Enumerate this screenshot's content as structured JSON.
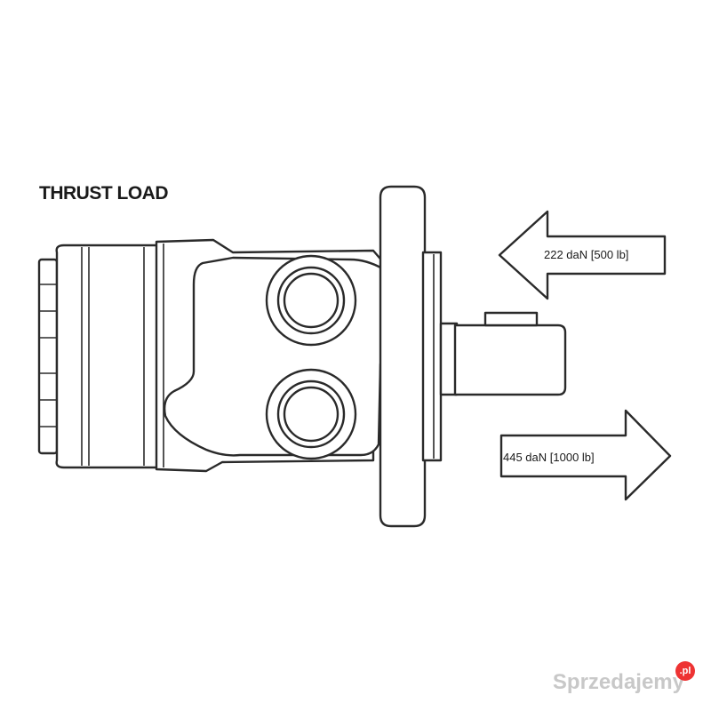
{
  "diagram": {
    "title": "THRUST LOAD",
    "loads": [
      {
        "direction": "inward",
        "label": "222 daN [500 lb]"
      },
      {
        "direction": "outward",
        "label": "445 daN [1000 lb]"
      }
    ]
  },
  "watermark": {
    "text": "Sprzedajemy",
    "badge": ".pl"
  },
  "colors": {
    "line": "#2a2a2a",
    "background": "#ffffff",
    "watermark": "#c8c8c8",
    "badge": "#e33333"
  }
}
